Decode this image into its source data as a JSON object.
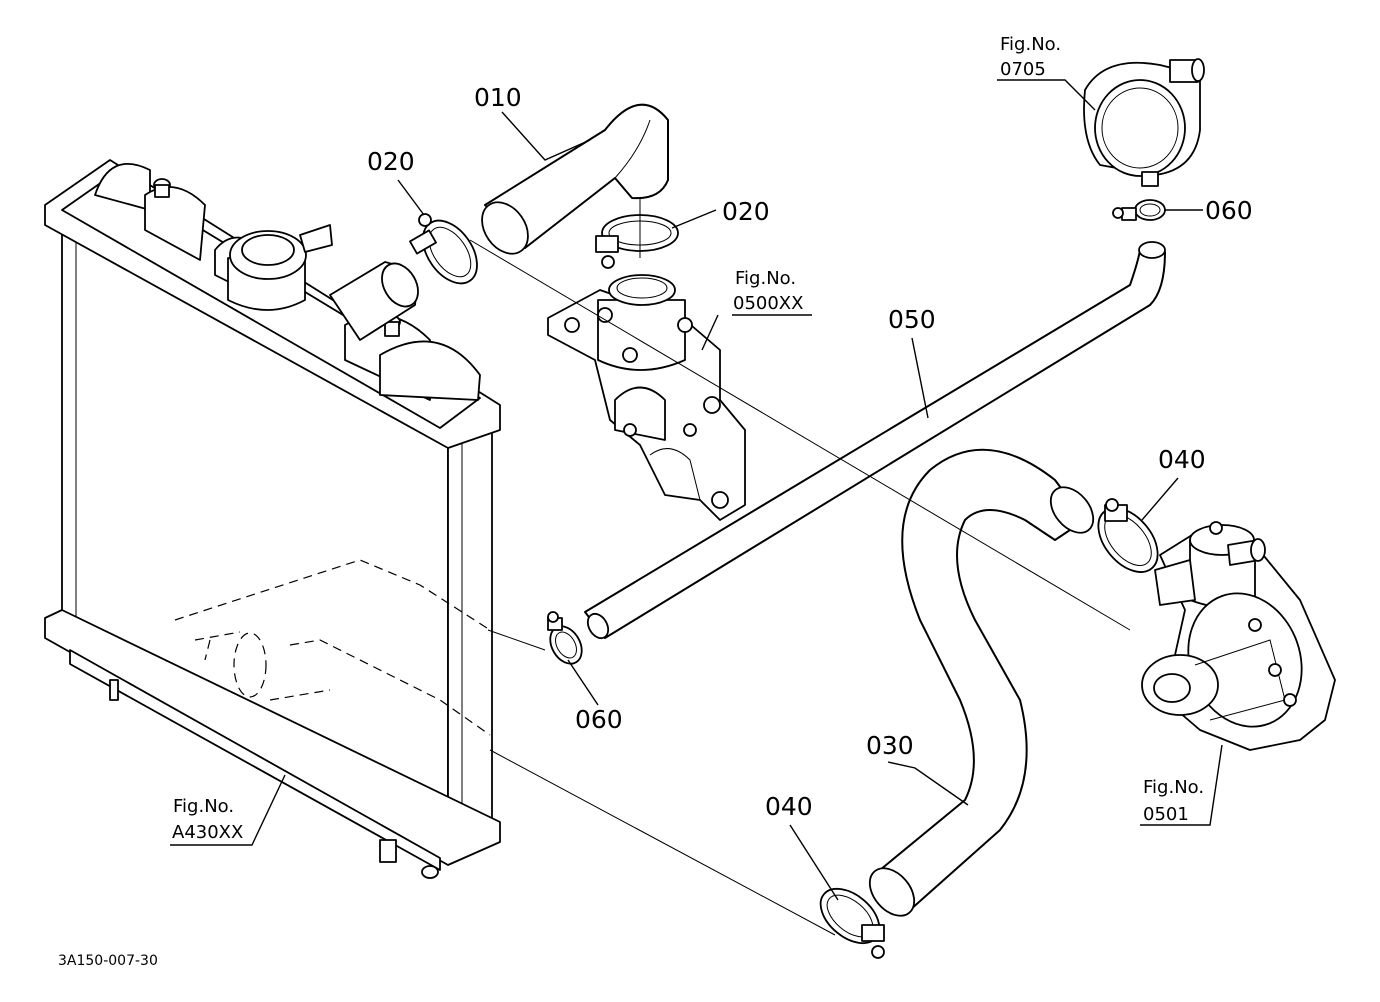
{
  "parts": {
    "p010": "010",
    "p020_a": "020",
    "p020_b": "020",
    "p030": "030",
    "p040_a": "040",
    "p040_b": "040",
    "p050": "050",
    "p060_a": "060",
    "p060_b": "060"
  },
  "figrefs": {
    "f0705": {
      "label": "Fig.No.",
      "number": "0705"
    },
    "f0500": {
      "label": "Fig.No.",
      "number": "0500XX"
    },
    "f0501": {
      "label": "Fig.No.",
      "number": "0501"
    },
    "fA430": {
      "label": "Fig.No.",
      "number": "A430XX"
    }
  },
  "footer": {
    "code": "3A150-007-30"
  }
}
